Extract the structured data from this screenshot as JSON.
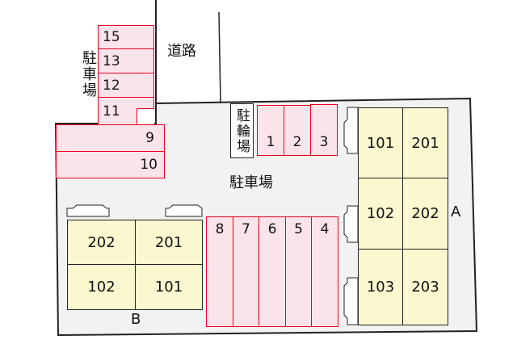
{
  "labels": {
    "road": "道路",
    "parking_left": "駐車場",
    "parking_center": "駐車場",
    "bicycle": "駐輪場",
    "building_a": "A",
    "building_b": "B"
  },
  "parking": {
    "s15": "15",
    "s13": "13",
    "s12": "12",
    "s11": "11",
    "s9": "9",
    "s10": "10",
    "s1": "1",
    "s2": "2",
    "s3": "3",
    "s4": "4",
    "s5": "5",
    "s6": "6",
    "s7": "7",
    "s8": "8"
  },
  "building_a": {
    "units": [
      "101",
      "201",
      "102",
      "202",
      "103",
      "203"
    ]
  },
  "building_b": {
    "units": [
      "202",
      "201",
      "102",
      "101"
    ]
  },
  "colors": {
    "parking_fill": "#fbe3ea",
    "parking_border": "#e8001c",
    "unit_fill": "#fbf8cf",
    "lot_fill": "#f2f2f2"
  }
}
